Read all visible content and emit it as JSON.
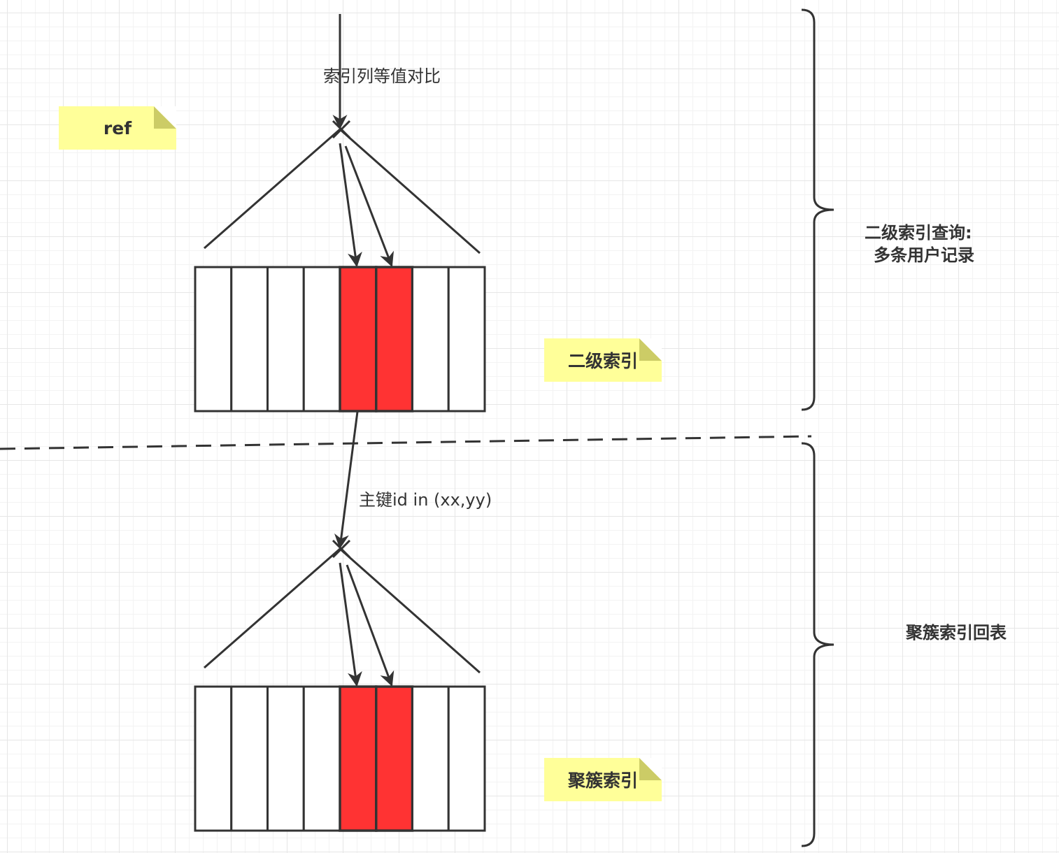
{
  "labels": {
    "equality_compare": "索引列等值对比",
    "pk_in": "主键id in (xx,yy)",
    "secondary_query_line1": "二级索引查询:",
    "secondary_query_line2": "多条用户记录",
    "clustered_back": "聚簇索引回表"
  },
  "notes": {
    "ref": "ref",
    "secondary_index": "二级索引",
    "clustered_index": "聚簇索引"
  },
  "colors": {
    "stroke": "#333333",
    "highlight": "#ff3333",
    "note_bg": "#ffff99",
    "note_fold": "#cccc66"
  },
  "index_blocks": {
    "cell_count": 8,
    "highlighted_cells": [
      4,
      5
    ]
  }
}
